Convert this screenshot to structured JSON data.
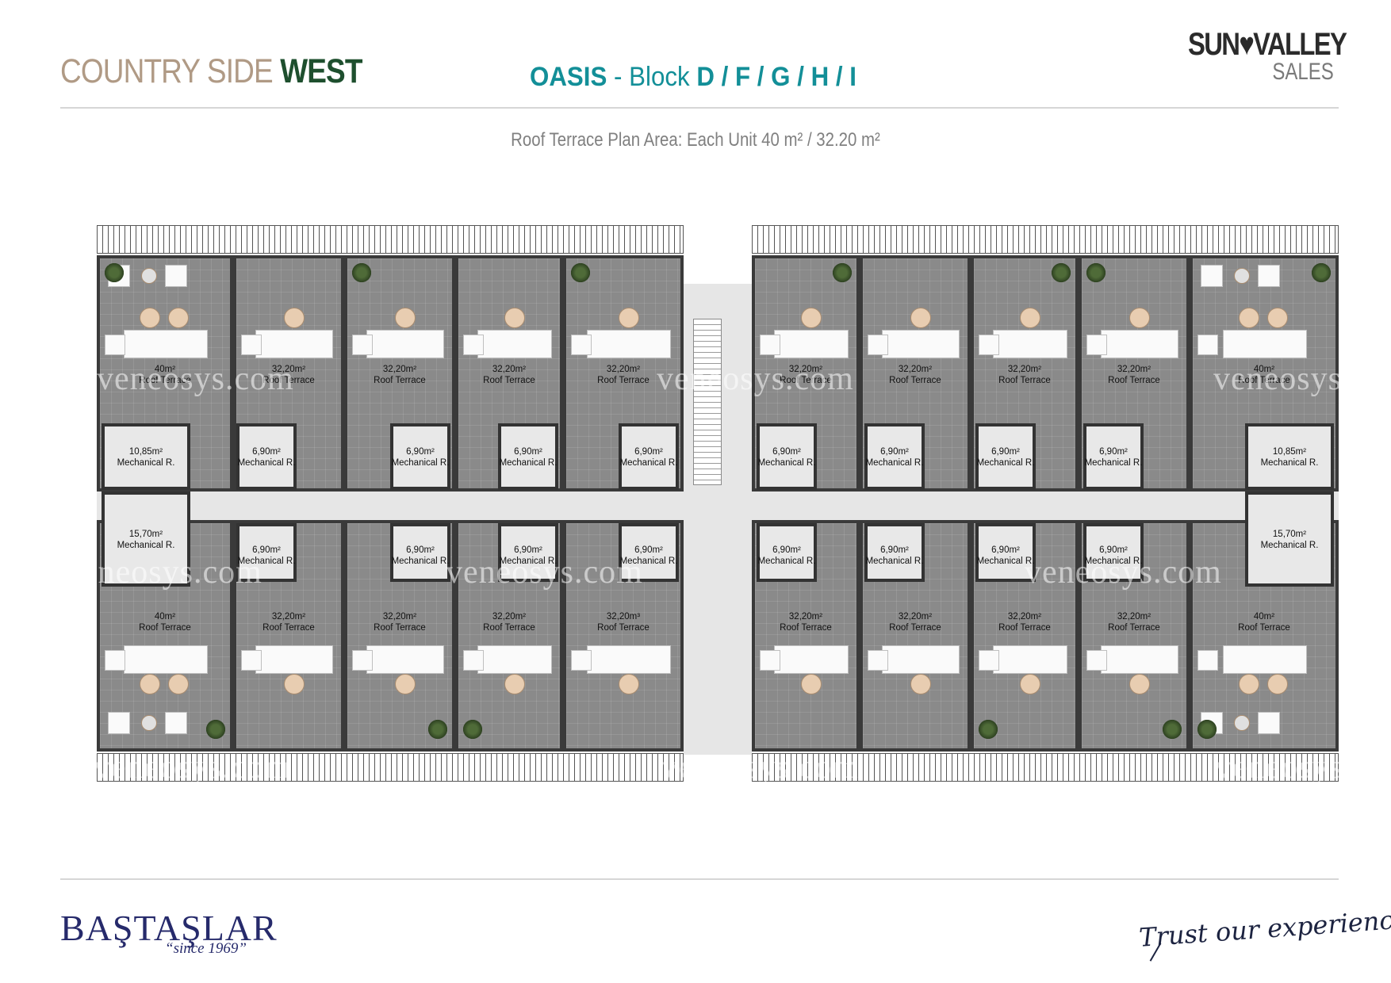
{
  "header": {
    "project_a": "COUNTRY SIDE ",
    "project_b": "WEST",
    "oasis": "OASIS",
    "dash": " - ",
    "block_word": "Block ",
    "blocks": "D / F / G / H / I",
    "subtitle": "Roof Terrace Plan Area: Each Unit 40 m² / 32.20 m²"
  },
  "logo": {
    "line1": "SUN♥VALLEY",
    "line2": "SALES"
  },
  "footer": {
    "brand": "BAŞTAŞLAR",
    "since": "“since 1969”",
    "tagline": "Trust our experience"
  },
  "watermark": "veneosys.com",
  "colors": {
    "accent_teal": "#138f98",
    "brand_green": "#1e4f2e",
    "beige": "#b09a85",
    "footer_navy": "#262a6b"
  },
  "plan": {
    "top_units": [
      {
        "terrace_area": "40m²",
        "terrace_label": "Roof Terrace",
        "mech_area": "10,85m²",
        "mech_label": "Mechanical R."
      },
      {
        "terrace_area": "32,20m²",
        "terrace_label": "Roof Terrace",
        "mech_area": "6,90m²",
        "mech_label": "Mechanical R."
      },
      {
        "terrace_area": "32,20m²",
        "terrace_label": "Roof Terrace",
        "mech_area": "6,90m²",
        "mech_label": "Mechanical R."
      },
      {
        "terrace_area": "32,20m²",
        "terrace_label": "Roof Terrace",
        "mech_area": "6,90m²",
        "mech_label": "Mechanical R."
      },
      {
        "terrace_area": "32,20m²",
        "terrace_label": "Roof Terrace",
        "mech_area": "6,90m²",
        "mech_label": "Mechanical R."
      },
      {
        "terrace_area": "32,20m²",
        "terrace_label": "Roof Terrace",
        "mech_area": "6,90m²",
        "mech_label": "Mechanical R."
      },
      {
        "terrace_area": "32,20m²",
        "terrace_label": "Roof Terrace",
        "mech_area": "6,90m²",
        "mech_label": "Mechanical R."
      },
      {
        "terrace_area": "32,20m²",
        "terrace_label": "Roof Terrace",
        "mech_area": "6,90m²",
        "mech_label": "Mechanical R."
      },
      {
        "terrace_area": "32,20m²",
        "terrace_label": "Roof Terrace",
        "mech_area": "6,90m²",
        "mech_label": "Mechanical R."
      },
      {
        "terrace_area": "40m²",
        "terrace_label": "Roof Terrace",
        "mech_area": "10,85m²",
        "mech_label": "Mechanical R."
      }
    ],
    "bottom_units": [
      {
        "terrace_area": "40m²",
        "terrace_label": "Roof Terrace",
        "mech_area": "15,70m²",
        "mech_label": "Mechanical R."
      },
      {
        "terrace_area": "32,20m²",
        "terrace_label": "Roof Terrace",
        "mech_area": "6,90m²",
        "mech_label": "Mechanical R."
      },
      {
        "terrace_area": "32,20m²",
        "terrace_label": "Roof Terrace",
        "mech_area": "6,90m²",
        "mech_label": "Mechanical R."
      },
      {
        "terrace_area": "32,20m²",
        "terrace_label": "Roof Terrace",
        "mech_area": "6,90m²",
        "mech_label": "Mechanical R."
      },
      {
        "terrace_area": "32,20m³",
        "terrace_label": "Roof Terrace",
        "mech_area": "6,90m²",
        "mech_label": "Mechanical R."
      },
      {
        "terrace_area": "32,20m²",
        "terrace_label": "Roof Terrace",
        "mech_area": "6,90m²",
        "mech_label": "Mechanical R."
      },
      {
        "terrace_area": "32,20m²",
        "terrace_label": "Roof Terrace",
        "mech_area": "6,90m²",
        "mech_label": "Mechanical R."
      },
      {
        "terrace_area": "32,20m²",
        "terrace_label": "Roof Terrace",
        "mech_area": "6,90m²",
        "mech_label": "Mechanical R."
      },
      {
        "terrace_area": "32,20m²",
        "terrace_label": "Roof Terrace",
        "mech_area": "6,90m²",
        "mech_label": "Mechanical R."
      },
      {
        "terrace_area": "40m²",
        "terrace_label": "Roof Terrace",
        "mech_area": "15,70m²",
        "mech_label": "Mechanical R."
      }
    ]
  }
}
